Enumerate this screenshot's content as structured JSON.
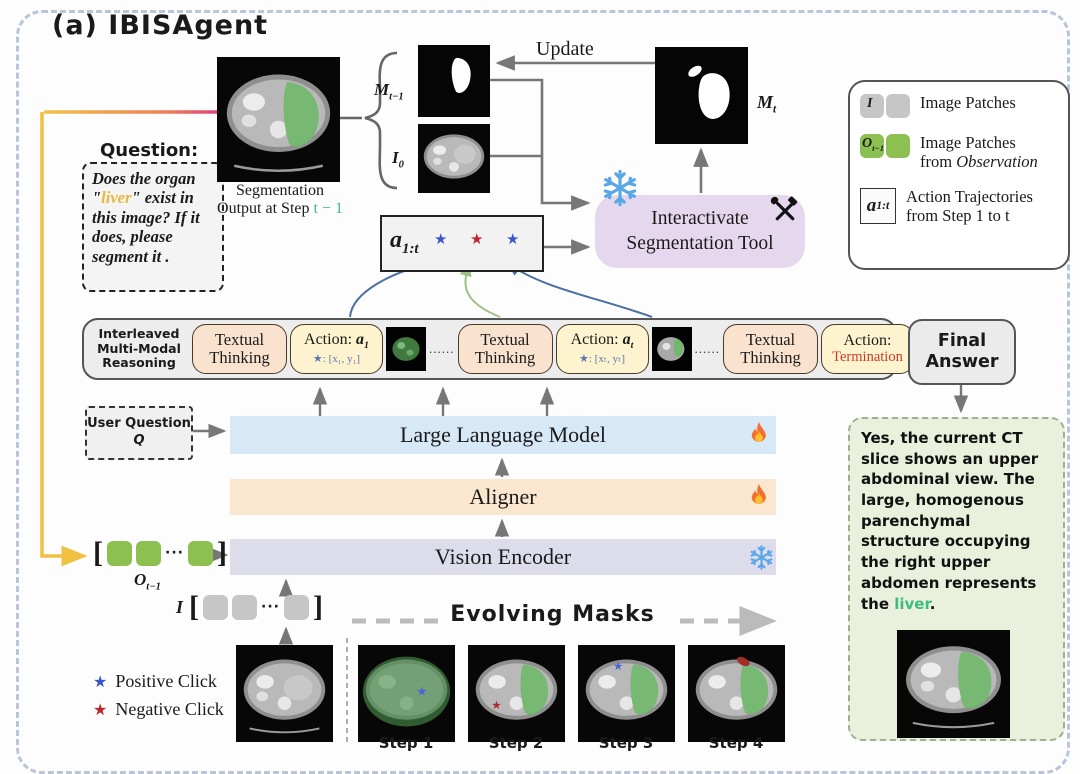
{
  "title": "(a) IBISAgent",
  "question": {
    "label": "Question:",
    "pre": "Does the organ \"",
    "highlight": "liver",
    "post": "\" exist in this image? If it does, please segment it ."
  },
  "seg_output": {
    "caption_line1": "Segmentation",
    "caption_line2_pre": "Output at Step ",
    "caption_step": "t − 1"
  },
  "masks": {
    "update": "Update",
    "m_prev": "M",
    "m_prev_sub": "t−1",
    "i0": "I",
    "i0_sub": "0",
    "m_t": "M",
    "m_t_sub": "t"
  },
  "action_box": {
    "var": "a",
    "sub": "1:t",
    "star": "★"
  },
  "tool": {
    "line1": "Interactivate",
    "line2": "Segmentation Tool"
  },
  "legend": {
    "i_symbol": "I",
    "i_label": "Image Patches",
    "o_symbol": "O",
    "o_sub": "t−1",
    "o_label1": "Image Patches",
    "o_label2_pre": "from ",
    "o_label2_em": "Observation",
    "a_symbol": "a",
    "a_sub": "1:t",
    "a_label1": "Action Trajectories",
    "a_label2": "from Step 1 to t"
  },
  "band": {
    "reasoning1": "Interleaved",
    "reasoning2": "Multi-Modal",
    "reasoning3": "Reasoning",
    "thinking1": "Textual",
    "thinking2": "Thinking",
    "action_label": "Action: ",
    "a1_var": "a",
    "a1_sub": "1",
    "a1_coords": "★: [x₁, y₁]",
    "at_var": "a",
    "at_sub": "t",
    "at_coords": "★: [xₜ, yₜ]",
    "dots": "......",
    "term_label": "Action:",
    "term_value": "Termination"
  },
  "final_answer": {
    "line1": "Final",
    "line2": "Answer"
  },
  "answer": {
    "pre": "Yes, the current CT slice shows an upper abdominal view. The large, homogenous parenchymal structure occupying the right upper abdomen represents the ",
    "highlight": "liver",
    "post": "."
  },
  "pipeline": {
    "user_q1": "User Question",
    "user_q2": "Q",
    "llm": "Large Language Model",
    "aligner": "Aligner",
    "vision_encoder": "Vision Encoder"
  },
  "patches": {
    "bracket_l": "[",
    "bracket_r": "]",
    "dots": "···",
    "obs_label": "O",
    "obs_sub": "t−1",
    "img_label": "I"
  },
  "evolving": {
    "title": "Evolving Masks"
  },
  "clicks": {
    "star": "★",
    "positive": "Positive Click",
    "negative": "Negative Click"
  },
  "steps": [
    "Step 1",
    "Step 2",
    "Step 3",
    "Step 4"
  ],
  "colors": {
    "accent_green": "#3dbd7d",
    "highlight_yellow": "#e6b93c",
    "termination_red": "#cc3a28",
    "positive_blue": "#3a56c8",
    "negative_red": "#c0252b",
    "frame_dash": "#b9c6d9",
    "tool_purple": "#e5d8ee",
    "llm_blue": "#d7e9f6",
    "aligner_orange": "#fbe7cf",
    "encoder_lavender": "#dcdceb",
    "patch_green": "#8cc152",
    "patch_gray": "#c6c6c6"
  }
}
